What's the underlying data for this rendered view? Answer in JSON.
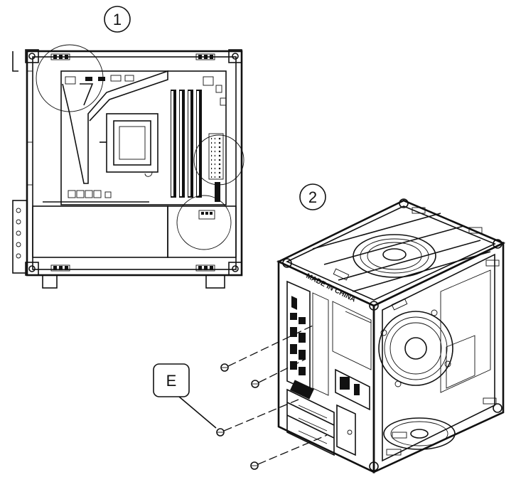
{
  "steps": {
    "step1": "1",
    "step2": "2"
  },
  "callout": {
    "label": "E"
  },
  "case_embossing": {
    "made_in": "MADE IN CHINA"
  }
}
